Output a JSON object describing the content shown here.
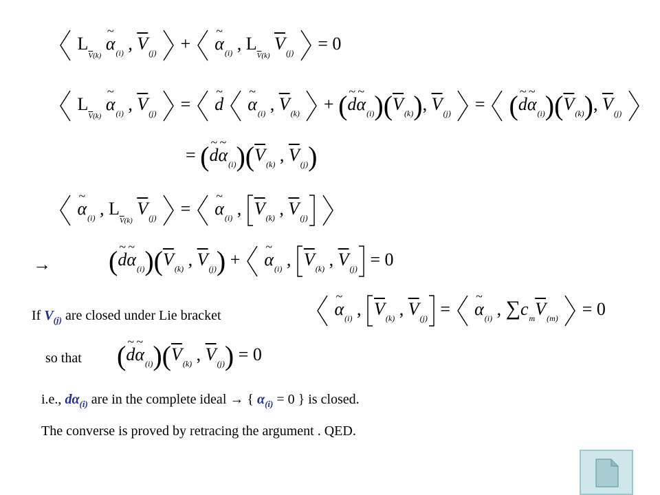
{
  "slide": {
    "arrow_symbol": "→",
    "lie_condition": {
      "if_label": "If",
      "var": "V",
      "sub": "(j)",
      "suffix": "are closed under Lie bracket"
    },
    "so_that_label": "so that",
    "ie_line": {
      "prefix": "i.e.,",
      "d_alpha": "dα",
      "sub1": "(i)",
      "middle": "are in the complete ideal →",
      "set_open": "{",
      "alpha": "α",
      "sub2": "(i)",
      "equals_zero": "= 0",
      "set_close": "}",
      "suffix": "is closed."
    },
    "converse_line": "The converse is proved by retracing the argument .  QED.",
    "nav_button_icon": "document-icon"
  },
  "colors": {
    "emphasis": "#1f2f8f",
    "nav_button_bg": "#cfe6ea"
  }
}
